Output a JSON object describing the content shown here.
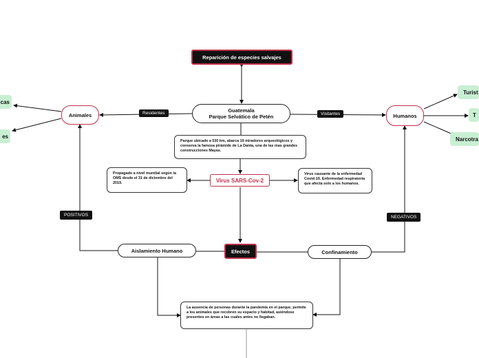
{
  "nodes": {
    "top": "Reparición de especies salvajes",
    "center_line1": "Guatemala",
    "center_line2": "Parque Selvático de Petén",
    "animales": "Animales",
    "humanos": "Humanos",
    "virus": "Virus SARS-Cov-2",
    "efectos": "Efectos",
    "aislamiento": "Aislamiento Humano",
    "confinamiento": "Confinamiento",
    "left_top_partial": "cas",
    "left_bottom_partial": "es",
    "right_1": "Turist",
    "right_2": "T",
    "right_3": "Narcotra"
  },
  "labels": {
    "residentes": "Residentes",
    "visitantes": "Visitantes",
    "positivos": "POSITIVOS",
    "negativos": "NEGATIVOS"
  },
  "texts": {
    "park": "Parque ubicado a 530 km, abarca 19 miradores arqueológicos y conserva la famosa pirámide de La Danta, una de las mas grandes construcciones Mayas.",
    "spread": "Propagado a nivel mundial según la OMS desde el 31 de diciembre del 2019.",
    "cause": "Virus causante de la enfermedad Covid-19. Enfermedad respiratoria que afecta solo a los humanos.",
    "result": "La ausencia de personas durante la pandemia en el parque, permite a los animales que recobren su espacio y habitad, asiéndose presentes en áreas a las cuales antes no llegaban."
  },
  "colors": {
    "accent": "#c0304a",
    "dark": "#111111",
    "green": "#c9efd3"
  }
}
